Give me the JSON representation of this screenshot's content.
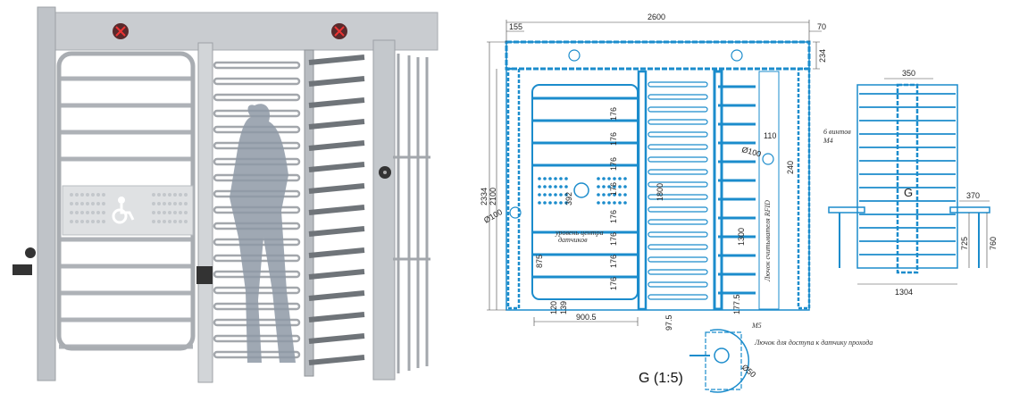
{
  "colors": {
    "frame": "#c9ccd0",
    "drawing": "#1b8ccc",
    "stop_sign": "#c0262d",
    "person": "#8e99a6"
  },
  "photo": {
    "icons": [
      "no-entry-icon",
      "no-entry-icon",
      "wheelchair-icon",
      "card-reader-icon"
    ]
  },
  "front_view": {
    "overall_width": "2600",
    "left_offset": "155",
    "right_offset": "70",
    "beam_height": "234",
    "overall_height": "2334",
    "pass_height": "2100",
    "reader_diameter_left": "Ø100",
    "reader_diameter_right": "Ø100",
    "reader_width": "110",
    "reader_height": "240",
    "screws_note_line1": "6 винтов",
    "screws_note_line2": "M4",
    "bar_spacing": [
      "176",
      "176",
      "176",
      "176",
      "176",
      "176",
      "176",
      "176"
    ],
    "panel_height": "392",
    "middle_height": "1800",
    "rotor_height": "1300",
    "sensor_height": "875",
    "bottom_gap_1": "120",
    "bottom_gap_2": "139",
    "gate_width": "900.5",
    "middle_offset": "97.5",
    "rotor_bottom": "177.5",
    "sensor_note_line1": "уровень центра",
    "sensor_note_line2": "датчиков",
    "rfid_note": "Лючок считывателя RFID"
  },
  "detail": {
    "label": "G (1:5)",
    "screw": "M5",
    "access_note": "Лючок для доступа к датчику прохода",
    "diameter": "Ø50"
  },
  "side_view": {
    "top_width": "350",
    "section_marker": "G",
    "bracket_width": "370",
    "height_1": "725",
    "height_2": "760",
    "base_width": "1304"
  }
}
